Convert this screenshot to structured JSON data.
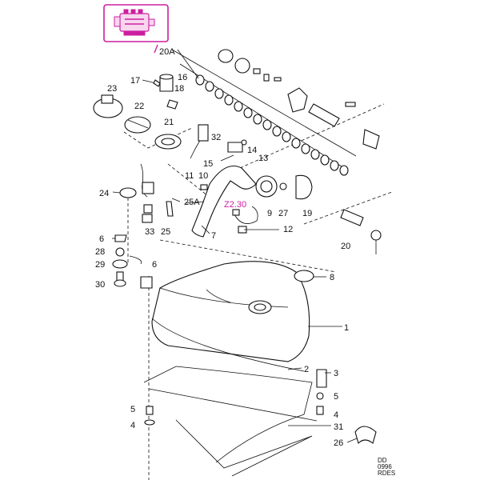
{
  "colors": {
    "accent": "#cc1fa0",
    "ink": "#111111",
    "paper": "#ffffff"
  },
  "header_icon": "engine-block-icon",
  "labels": {
    "l20A": "20A",
    "l17": "17",
    "l16": "16",
    "l18": "18",
    "l23": "23",
    "l22": "22",
    "l21": "21",
    "l32": "32",
    "l14": "14",
    "l13": "13",
    "l15": "15",
    "l11": "11",
    "l10": "10",
    "l9": "9",
    "l27": "27",
    "l19": "19",
    "l24": "24",
    "l25A": "25A",
    "lZ230": "Z2.30",
    "l33": "33",
    "l25": "25",
    "l12": "12",
    "l7": "7",
    "l20": "20",
    "l6a": "6",
    "l28": "28",
    "l29": "29",
    "l6b": "6",
    "l30": "30",
    "l8": "8",
    "l1": "1",
    "l2": "2",
    "l3": "3",
    "l5a": "5",
    "l5b": "5",
    "l4a": "4",
    "l4b": "4",
    "l31": "31",
    "l26": "26"
  },
  "footer_code": {
    "line1": "DD",
    "line2": "0996",
    "line3": "RDES"
  }
}
